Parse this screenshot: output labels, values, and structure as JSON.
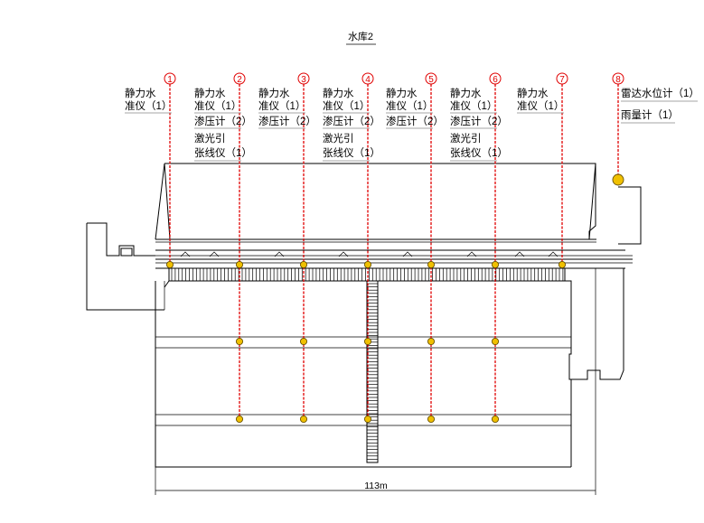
{
  "title": "水库2",
  "dimension_label": "113m",
  "colors": {
    "line": "#000000",
    "marker": "#e00000",
    "sensor": "#f0c000"
  },
  "columns": [
    {
      "id": "1",
      "labels": [
        "静力水",
        "准仪（1）"
      ]
    },
    {
      "id": "2",
      "labels": [
        "静力水",
        "准仪（1）",
        "渗压计（2）",
        "激光引",
        "张线仪（1）"
      ]
    },
    {
      "id": "3",
      "labels": [
        "静力水",
        "准仪（1）",
        "渗压计（2）"
      ]
    },
    {
      "id": "4",
      "labels": [
        "静力水",
        "准仪（1）",
        "渗压计（2）",
        "激光引",
        "张线仪（1）"
      ]
    },
    {
      "id": "5",
      "labels": [
        "静力水",
        "准仪（1）",
        "渗压计（2）"
      ]
    },
    {
      "id": "6",
      "labels": [
        "静力水",
        "准仪（1）",
        "渗压计（2）",
        "激光引",
        "张线仪（1）"
      ]
    },
    {
      "id": "7",
      "labels": [
        "静力水",
        "准仪（1）"
      ]
    },
    {
      "id": "8",
      "labels": [
        "雷达水位计（1）",
        "雨量计（1）"
      ]
    }
  ]
}
